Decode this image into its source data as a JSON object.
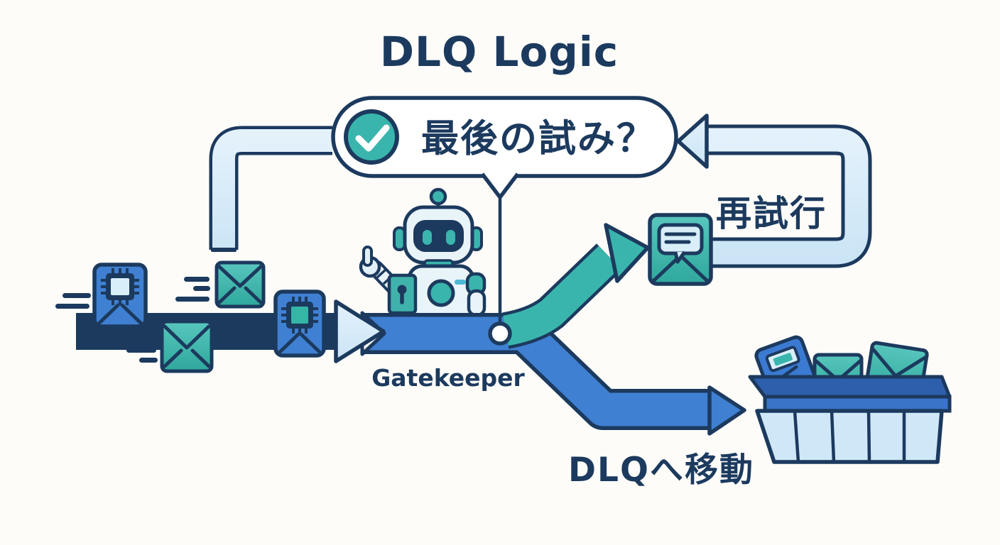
{
  "title": "DLQ Logic",
  "decision_bubble": {
    "question": "最後の試み？",
    "icon": "checkmark-icon"
  },
  "gatekeeper_label": "Gatekeeper",
  "branches": {
    "retry_label": "再試行",
    "dlq_label": "DLQへ移動"
  },
  "icons": {
    "check": "checkmark-icon",
    "chip_message": "cpu-chip-message-icon",
    "envelope": "envelope-message-icon",
    "retry_envelope": "envelope-with-speech-bubble-icon",
    "robot": "robot-gatekeeper-figure",
    "bin": "dlq-bin-with-messages",
    "node": "branch-node-dot"
  },
  "colors": {
    "navy": "#1c3a5e",
    "blue": "#3f80d2",
    "light_blue": "#d7eaf8",
    "teal": "#3ab5ad",
    "background": "#fdfcf9"
  }
}
